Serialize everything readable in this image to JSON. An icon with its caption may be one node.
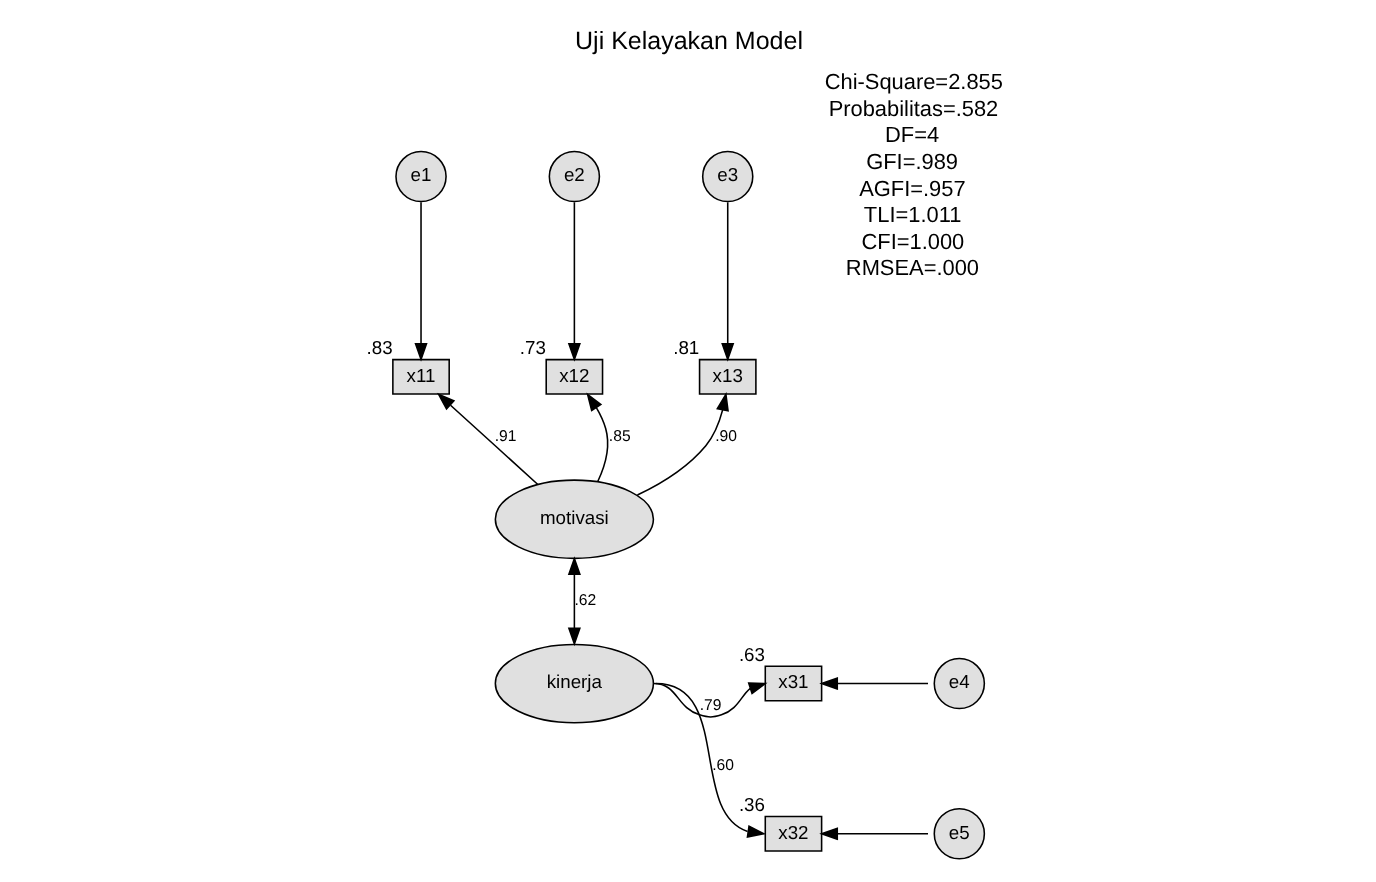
{
  "diagram": {
    "title": "Uji Kelayakan Model",
    "nodes": [
      {
        "text": [
          "e1"
        ]
      },
      {
        "text": [
          "e2"
        ]
      },
      {
        "text": [
          "e3"
        ]
      },
      {
        "text": [
          "x11"
        ],
        "beside": [
          ".83"
        ]
      },
      {
        "text": [
          "x12"
        ],
        "beside": [
          ".73"
        ]
      },
      {
        "text": [
          "x13"
        ],
        "beside": [
          ".81"
        ]
      },
      {
        "text": [
          "motivasi"
        ]
      },
      {
        "text": [
          "x31"
        ],
        "beside": [
          ".63"
        ]
      },
      {
        "text": [
          "e4"
        ]
      },
      {
        "text": [
          "kinerja"
        ]
      },
      {
        "text": [
          "x32"
        ],
        "beside": [
          ".36"
        ]
      },
      {
        "text": [
          "e5"
        ]
      }
    ],
    "edges": [
      {
        "from": 0,
        "to": 3,
        "arrow": "to"
      },
      {
        "from": 1,
        "to": 4,
        "arrow": "to"
      },
      {
        "from": 2,
        "to": 5,
        "arrow": "to"
      },
      {
        "from": 6,
        "to": 3,
        "arrow": "to",
        "label": ".91"
      },
      {
        "from": 6,
        "to": 4,
        "arrow": "to",
        "label": ".85"
      },
      {
        "from": 6,
        "to": 5,
        "arrow": "to",
        "label": ".90"
      },
      {
        "from": 6,
        "to": 9,
        "arrow": "both",
        "label": ".62"
      },
      {
        "from": 9,
        "to": 7,
        "arrow": "to",
        "label": ".79"
      },
      {
        "from": 9,
        "to": 10,
        "arrow": "to",
        "label": ".60"
      },
      {
        "from": 8,
        "to": 7,
        "arrow": "to"
      },
      {
        "from": 11,
        "to": 10,
        "arrow": "to"
      }
    ],
    "labels": [
      "Chi-Square=2.855",
      "Probabilitas=.582",
      "DF=4",
      "GFI=.989",
      "AGFI=.957",
      "TLI=1.011",
      "CFI=1.000",
      "RMSEA=.000"
    ]
  }
}
